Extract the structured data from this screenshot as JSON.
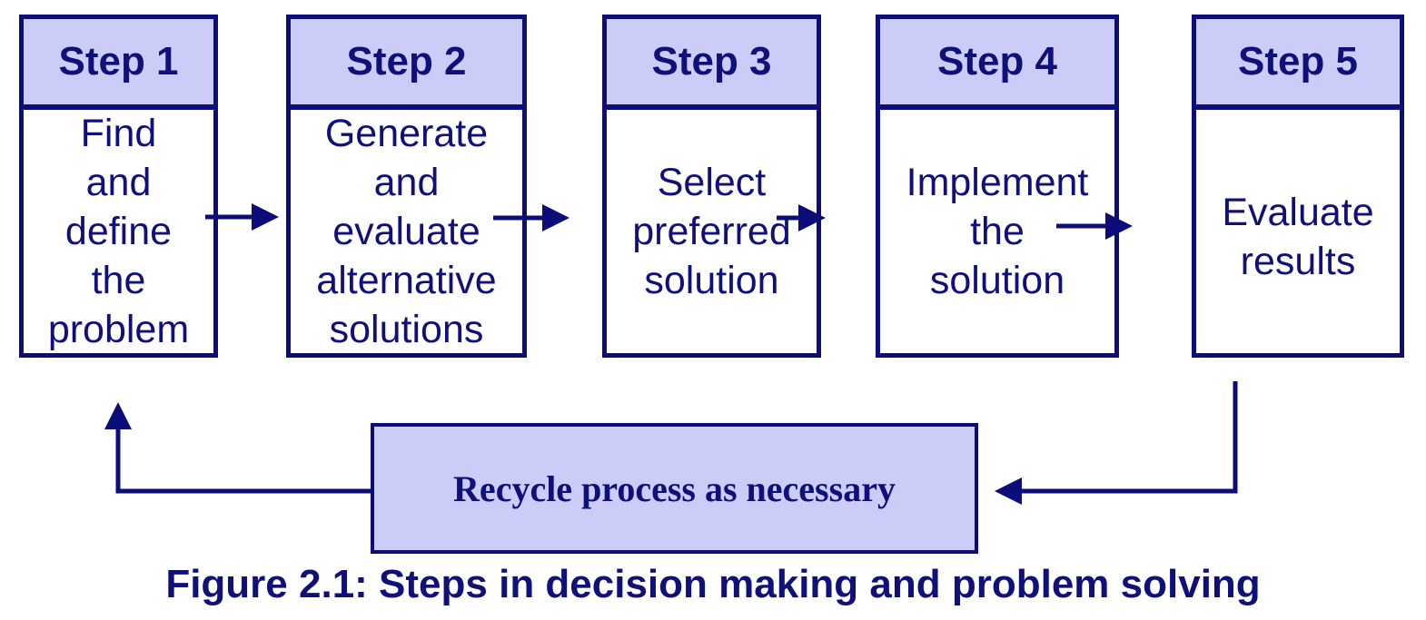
{
  "steps": [
    {
      "header": "Step 1",
      "lines": [
        "Find",
        "and",
        "define",
        "the",
        "problem"
      ]
    },
    {
      "header": "Step 2",
      "lines": [
        "Generate",
        "and",
        "evaluate",
        "alternative",
        "solutions"
      ]
    },
    {
      "header": "Step 3",
      "lines": [
        "Select",
        "preferred",
        "solution"
      ]
    },
    {
      "header": "Step 4",
      "lines": [
        "Implement",
        "the",
        "solution"
      ]
    },
    {
      "header": "Step 5",
      "lines": [
        "Evaluate",
        "results"
      ]
    }
  ],
  "recycle": {
    "label": "Recycle process as necessary"
  },
  "caption": "Figure 2.1: Steps in decision making and problem solving",
  "colors": {
    "border": "#0d0d7a",
    "header_fill": "#ccccf8",
    "text": "#10107a"
  }
}
